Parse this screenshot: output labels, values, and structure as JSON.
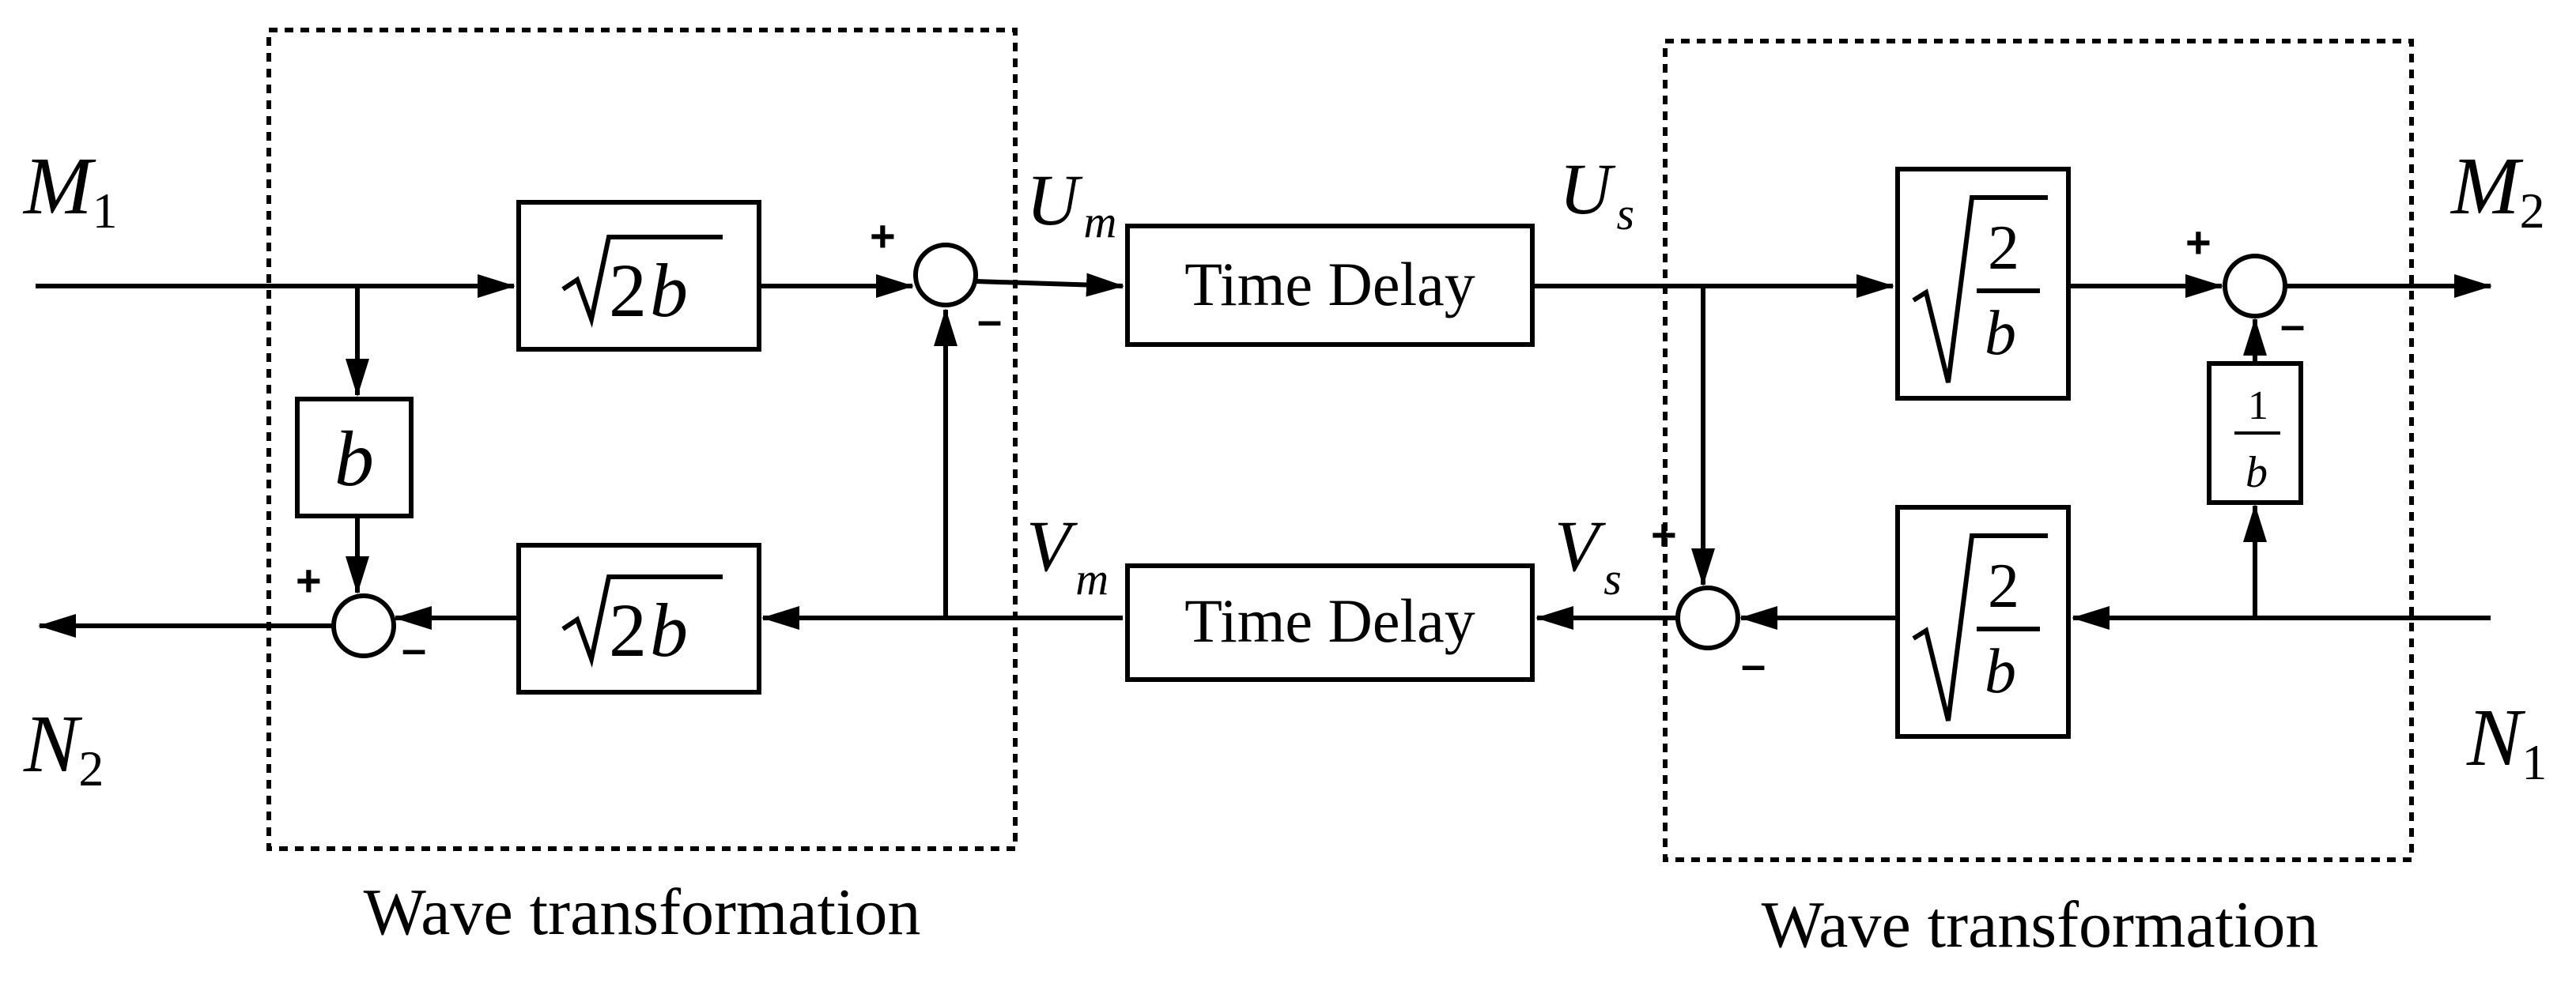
{
  "signals": {
    "M1": {
      "main": "M",
      "sub": "1"
    },
    "M2": {
      "main": "M",
      "sub": "2"
    },
    "N1": {
      "main": "N",
      "sub": "1"
    },
    "N2": {
      "main": "N",
      "sub": "2"
    },
    "Um": {
      "main": "U",
      "sub": "m"
    },
    "Us": {
      "main": "U",
      "sub": "s"
    },
    "Vm": {
      "main": "V",
      "sub": "m"
    },
    "Vs": {
      "main": "V",
      "sub": "s"
    }
  },
  "blocks": {
    "time_delay": "Time Delay",
    "sqrt2b_coef": "2",
    "sqrt2b_var": "b",
    "gain_b": "b",
    "sqrt2overb_num": "2",
    "sqrt2overb_den": "b",
    "inv_b_num": "1",
    "inv_b_den": "b"
  },
  "signs": {
    "plus": "+",
    "minus": "–"
  },
  "captions": {
    "left": "Wave transformation",
    "right": "Wave transformation"
  }
}
